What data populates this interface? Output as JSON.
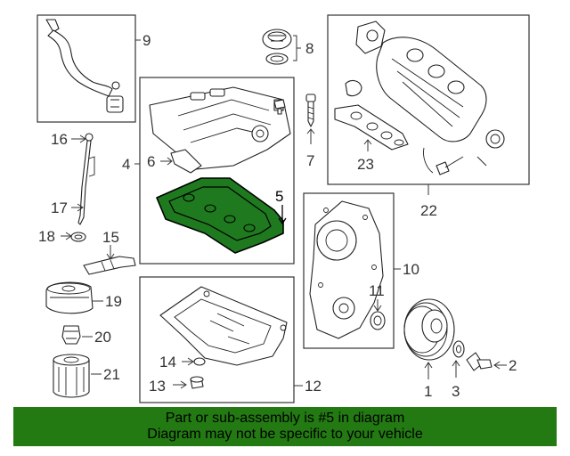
{
  "callouts": {
    "c1": "1",
    "c2": "2",
    "c3": "3",
    "c4": "4",
    "c5": "5",
    "c6": "6",
    "c7": "7",
    "c8": "8",
    "c9": "9",
    "c10": "10",
    "c11": "11",
    "c12": "12",
    "c13": "13",
    "c14": "14",
    "c15": "15",
    "c16": "16",
    "c17": "17",
    "c18": "18",
    "c19": "19",
    "c20": "20",
    "c21": "21",
    "c22": "22",
    "c23": "23"
  },
  "highlight": {
    "part": "5",
    "color": "#1f7a1f"
  },
  "banner": {
    "line1": "Part or sub-assembly is #5 in diagram",
    "line2": "Diagram may not be specific to your vehicle",
    "color": "#237a12"
  }
}
